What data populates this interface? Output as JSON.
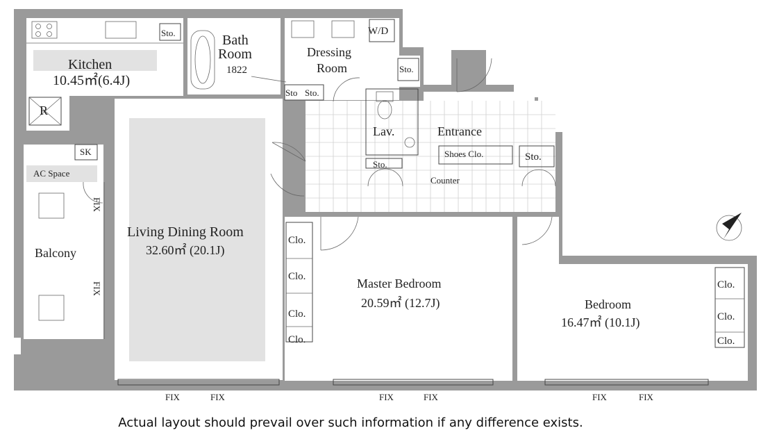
{
  "rooms": {
    "kitchen": {
      "name": "Kitchen",
      "area": "10.45㎡(6.4J)"
    },
    "bath": {
      "name1": "Bath",
      "name2": "Room",
      "code": "1822"
    },
    "dressing": {
      "name1": "Dressing",
      "name2": "Room"
    },
    "living": {
      "name": "Living Dining Room",
      "area": "32.60㎡ (20.1J)"
    },
    "master": {
      "name": "Master Bedroom",
      "area": "20.59㎡ (12.7J)"
    },
    "bedroom": {
      "name": "Bedroom",
      "area": "16.47㎡ (10.1J)"
    },
    "balcony": {
      "name": "Balcony"
    },
    "entrance": {
      "name": "Entrance"
    },
    "lav": {
      "name": "Lav."
    }
  },
  "fixtures": {
    "sto": "Sto.",
    "sto_short": "Sto",
    "wd": "W/D",
    "refrigerator": "R",
    "sink": "SK",
    "ac_space": "AC Space",
    "shoes": "Shoes Clo.",
    "counter": "Counter",
    "clo": "Clo.",
    "fix": "FIX"
  },
  "disclaimer": "Actual layout should prevail over such information if any difference exists."
}
